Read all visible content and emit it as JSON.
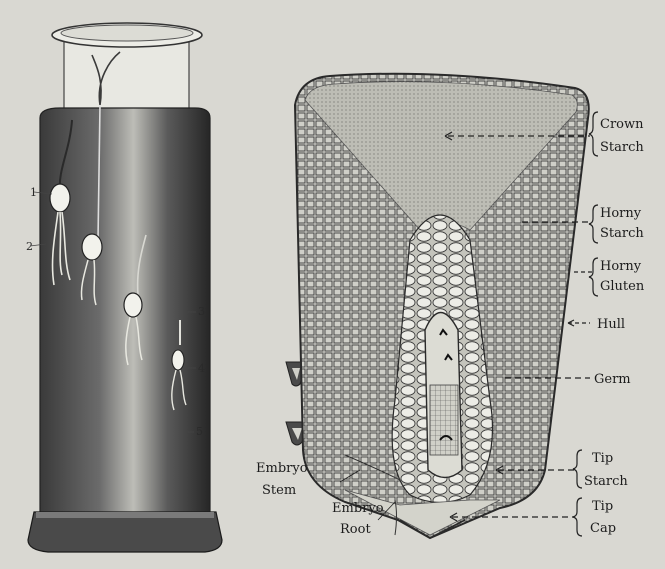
{
  "jar_numbers": [
    "1",
    "2",
    "3",
    "4",
    "5"
  ],
  "labels": {
    "crown_starch": [
      "Crown",
      "Starch"
    ],
    "horny_starch": [
      "Horny",
      "Starch"
    ],
    "horny_gluten": [
      "Horny",
      "Gluten"
    ],
    "hull": "Hull",
    "germ": "Germ",
    "tip_starch": [
      "Tip",
      "Starch"
    ],
    "tip_cap": [
      "Tip",
      "Cap"
    ],
    "embryo_stem": [
      "Embryo",
      "Stem"
    ],
    "embryo_root": [
      "Embryo",
      "Root"
    ]
  },
  "colors": {
    "background": "#d9d8d2",
    "jar_dark": "#2e2e2e",
    "glass": "#e6e6e0",
    "kernel_outline": "#333333",
    "ink": "#1c1c1c"
  }
}
